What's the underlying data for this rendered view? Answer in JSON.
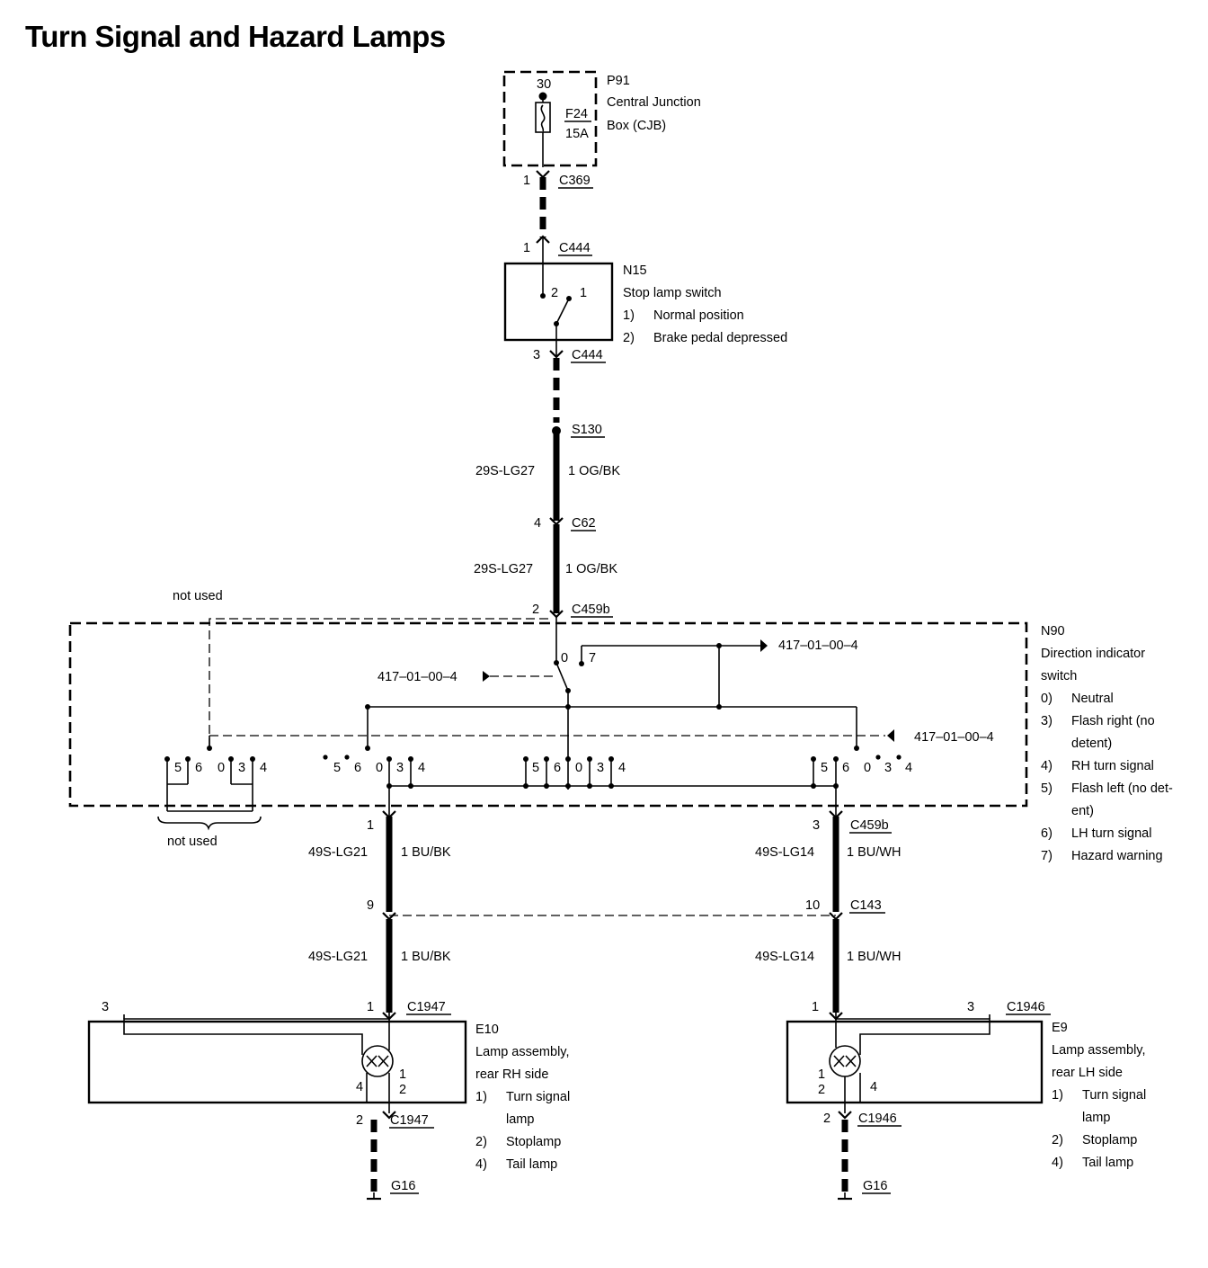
{
  "title": "Turn Signal and Hazard Lamps",
  "p91": {
    "id": "P91",
    "name_line1": "Central Junction",
    "name_line2": "Box (CJB)",
    "pin": "30",
    "fuse_id": "F24",
    "fuse_rating": "15A",
    "connector": "C369",
    "connector_pin": "1"
  },
  "n15": {
    "id": "N15",
    "name": "Stop lamp switch",
    "connector_in": "C444",
    "connector_in_pin": "1",
    "connector_out": "C444",
    "connector_out_pin": "3",
    "switch_pins": [
      "2",
      "1"
    ],
    "legend": [
      {
        "num": "1)",
        "text": "Normal position"
      },
      {
        "num": "2)",
        "text": "Brake pedal depressed"
      }
    ]
  },
  "splice": "S130",
  "wire_main_1": {
    "circuit": "29S-LG27",
    "spec": "1 OG/BK"
  },
  "c62": {
    "id": "C62",
    "pin": "4"
  },
  "wire_main_2": {
    "circuit": "29S-LG27",
    "spec": "1 OG/BK"
  },
  "n90": {
    "id": "N90",
    "name_line1": "Direction indicator",
    "name_line2": "switch",
    "connector": "C459b",
    "connector_in_pin": "2",
    "connector_out_pin_left": "1",
    "connector_out_pin_right": "3",
    "ref": "417–01–00–4",
    "not_used": "not used",
    "pin_labels": [
      "5",
      "6",
      "0",
      "3",
      "4",
      "7"
    ],
    "legend": [
      {
        "num": "0)",
        "text": "Neutral"
      },
      {
        "num": "3)",
        "text": "Flash right (no"
      },
      {
        "num": "",
        "text": "detent)"
      },
      {
        "num": "4)",
        "text": "RH turn signal"
      },
      {
        "num": "5)",
        "text": "Flash left (no det-"
      },
      {
        "num": "",
        "text": "ent)"
      },
      {
        "num": "6)",
        "text": "LH turn signal"
      },
      {
        "num": "7)",
        "text": "Hazard warning"
      }
    ]
  },
  "wire_left_1": {
    "circuit": "49S-LG21",
    "spec": "1 BU/BK"
  },
  "wire_right_1": {
    "circuit": "49S-LG14",
    "spec": "1 BU/WH"
  },
  "c143": {
    "id": "C143",
    "pin_left": "9",
    "pin_right": "10"
  },
  "wire_left_2": {
    "circuit": "49S-LG21",
    "spec": "1 BU/BK"
  },
  "wire_right_2": {
    "circuit": "49S-LG14",
    "spec": "1 BU/WH"
  },
  "e10": {
    "id": "E10",
    "name_line1": "Lamp assembly,",
    "name_line2": "rear RH side",
    "connector": "C1947",
    "pin_top": "1",
    "pin_aux": "3",
    "pin_out": "2",
    "lamp_pins": [
      "1",
      "2",
      "4"
    ],
    "ground": "G16",
    "legend": [
      {
        "num": "1)",
        "text": "Turn signal"
      },
      {
        "num": "",
        "text": "lamp"
      },
      {
        "num": "2)",
        "text": "Stoplamp"
      },
      {
        "num": "4)",
        "text": "Tail lamp"
      }
    ]
  },
  "e9": {
    "id": "E9",
    "name_line1": "Lamp assembly,",
    "name_line2": "rear LH side",
    "connector": "C1946",
    "pin_top": "1",
    "pin_aux": "3",
    "pin_out": "2",
    "lamp_pins": [
      "1",
      "2",
      "4"
    ],
    "ground": "G16",
    "legend": [
      {
        "num": "1)",
        "text": "Turn signal"
      },
      {
        "num": "",
        "text": "lamp"
      },
      {
        "num": "2)",
        "text": "Stoplamp"
      },
      {
        "num": "4)",
        "text": "Tail lamp"
      }
    ]
  }
}
